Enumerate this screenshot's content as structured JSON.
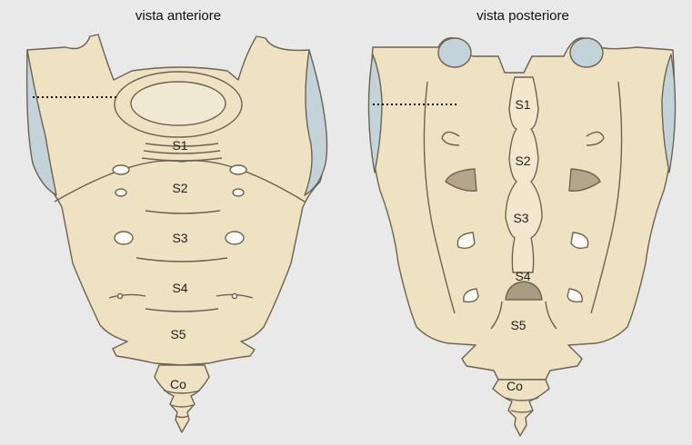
{
  "titles": {
    "anterior": "vista anteriore",
    "posterior": "vista posteriore"
  },
  "labels": {
    "anterior": [
      "S1",
      "S2",
      "S3",
      "S4",
      "S5",
      "Co"
    ],
    "posterior": [
      "S1",
      "S2",
      "S3",
      "S4",
      "S5",
      "Co"
    ]
  },
  "colors": {
    "background": "#e9e9e9",
    "bone": "#efe2c2",
    "outline": "#6b6453",
    "cartilage": "#c3d3d9",
    "foramen_shade": "#b5a58a",
    "canal": "#a89d82"
  }
}
